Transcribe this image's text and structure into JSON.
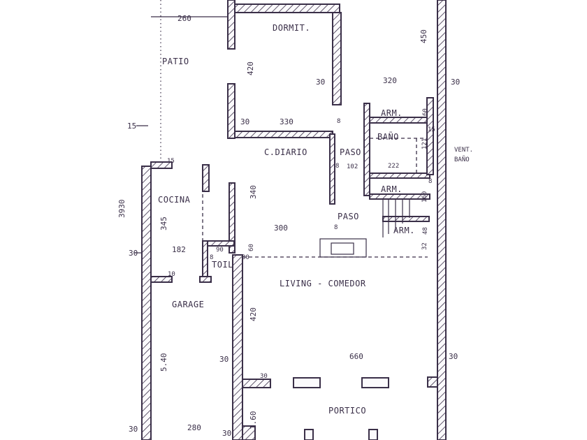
{
  "colors": {
    "ink": "#3a2f48",
    "paper": "#fbfafc",
    "background": "#ffffff"
  },
  "rooms": {
    "dormitorio": "DORMIT.",
    "patio": "PATIO",
    "comedor_diario": "C.DIARIO",
    "cocina": "COCINA",
    "toilette": "TOIL",
    "garage": "GARAGE",
    "living_comedor": "LIVING - COMEDOR",
    "portico": "PORTICO",
    "bano": "BAÑO",
    "armario_1": "ARM.",
    "armario_2": "ARM.",
    "armario_3": "ARM.",
    "paso_1": "PASO",
    "paso_2": "PASO",
    "ventilacion_bano_1": "VENT.",
    "ventilacion_bano_2": "BAÑO"
  },
  "dimensions": {
    "patio_width": "260",
    "dormit_depth": "420",
    "dormit_right_height": "450",
    "dormit_width": "320",
    "wall_30_a": "30",
    "wall_30_b": "30",
    "wall_30_c": "30",
    "c_diario_top_wall": "330",
    "left_setback": "15",
    "paso_wall_8a": "8",
    "paso_wall_8b": "8",
    "paso_width": "102",
    "bano_width": "222",
    "bano_dim_121": "121",
    "arm_dim_60": "60",
    "bano_wall_15": "15",
    "cocina_wall_15": "15",
    "c_diario_depth": "340",
    "cocina_depth": "345",
    "total_depth": "3930",
    "c_diario_width": "300",
    "paso_wall_8c": "8",
    "arm_dim_160": "160",
    "arm_dim_8": "8",
    "arm_dim_48": "48",
    "arm_dim_32": "32",
    "cocina_width": "182",
    "toil_width": "90",
    "toil_wall_8": "8",
    "toil_wall_30": "30",
    "toil_dim_60": "60",
    "left_wall_30": "30",
    "garage_wall_10": "10",
    "living_depth": "420",
    "living_wall_30": "30",
    "living_width": "660",
    "right_wall_30": "30",
    "portico_col_30": "30",
    "garage_depth": "5.40",
    "portico_depth": "1.60",
    "bottom_left_30": "30",
    "garage_width": "280",
    "bottom_wall_30": "30"
  }
}
